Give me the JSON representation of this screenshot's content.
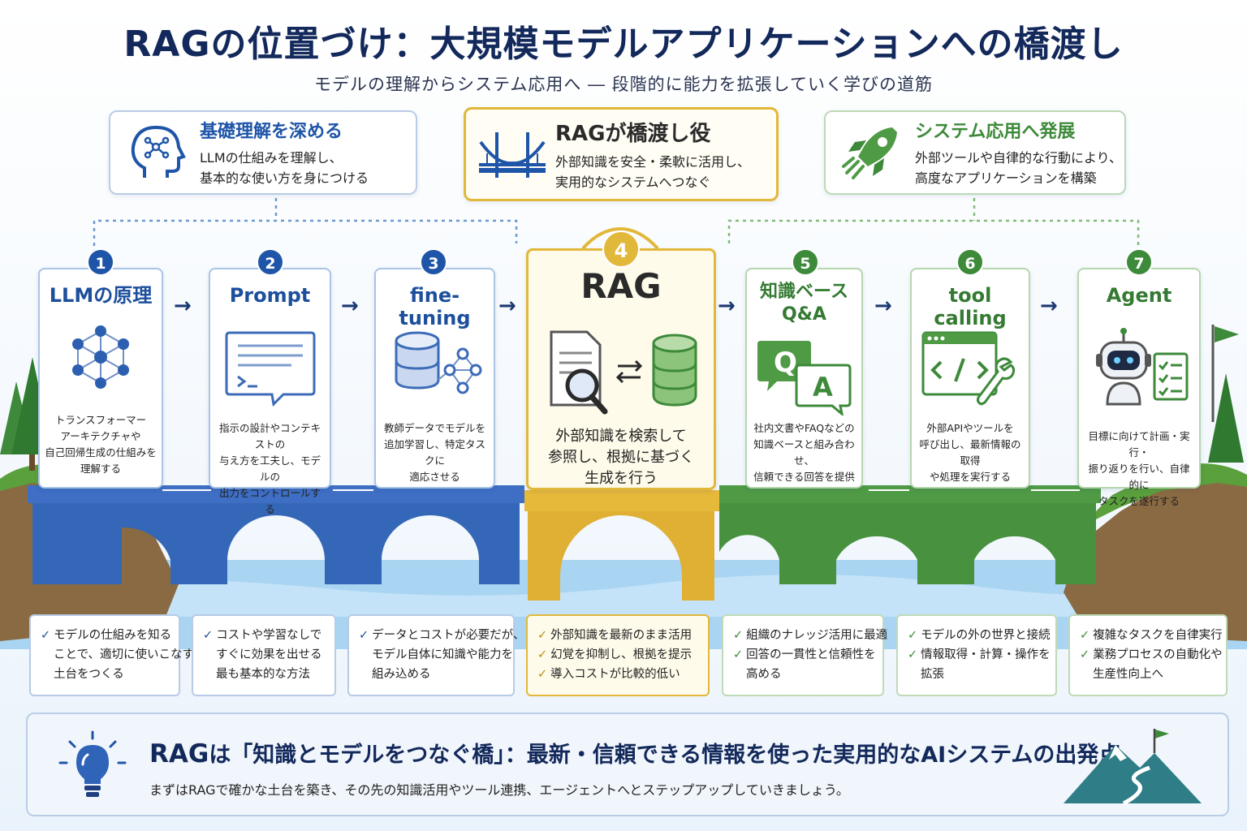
{
  "title": "RAGの位置づけ：大規模モデルアプリケーションへの橋渡し",
  "subtitle": "モデルの理解からシステム応用へ ― 段階的に能力を拡張していく学びの道筋",
  "groups": {
    "foundation": {
      "title": "基礎理解を深める",
      "line1": "LLMの仕組みを理解し、",
      "line2": "基本的な使い方を身につける"
    },
    "bridge": {
      "title": "RAGが橋渡し役",
      "line1": "外部知識を安全・柔軟に活用し、",
      "line2": "実用的なシステムへつなぐ"
    },
    "application": {
      "title": "システム応用へ発展",
      "line1": "外部ツールや自律的な行動により、",
      "line2": "高度なアプリケーションを構築"
    }
  },
  "steps": [
    {
      "num": "1",
      "name": "LLMの原理",
      "desc": [
        "トランスフォーマー",
        "アーキテクチャや",
        "自己回帰生成の仕組みを",
        "理解する"
      ]
    },
    {
      "num": "2",
      "name": "Prompt",
      "desc": [
        "指示の設計やコンテキストの",
        "与え方を工夫し、モデルの",
        "出力をコントロールする"
      ]
    },
    {
      "num": "3",
      "name": "fine-tuning",
      "desc": [
        "教師データでモデルを",
        "追加学習し、特定タスクに",
        "適応させる"
      ]
    },
    {
      "num": "4",
      "name": "RAG",
      "desc": [
        "外部知識を検索して",
        "参照し、根拠に基づく",
        "生成を行う"
      ]
    },
    {
      "num": "5",
      "name": "知識ベース",
      "name2": "Q&A",
      "desc": [
        "社内文書やFAQなどの",
        "知識ベースと組み合わせ、",
        "信頼できる回答を提供"
      ]
    },
    {
      "num": "6",
      "name": "tool calling",
      "desc": [
        "外部APIやツールを",
        "呼び出し、最新情報の取得",
        "や処理を実行する"
      ]
    },
    {
      "num": "7",
      "name": "Agent",
      "desc": [
        "目標に向けて計画・実行・",
        "振り返りを行い、自律的に",
        "タスクを遂行する"
      ]
    }
  ],
  "benefits": [
    [
      "モデルの仕組みを知る",
      "ことで、適切に使いこなす",
      "土台をつくる"
    ],
    [
      "コストや学習なしで",
      "すぐに効果を出せる",
      "最も基本的な方法"
    ],
    [
      "データとコストが必要だが、",
      "モデル自体に知識や能力を",
      "組み込める"
    ],
    [
      "外部知識を最新のまま活用",
      "幻覚を抑制し、根拠を提示",
      "導入コストが比較的低い"
    ],
    [
      "組織のナレッジ活用に最適",
      "回答の一貫性と信頼性を",
      "高める"
    ],
    [
      "モデルの外の世界と接続",
      "情報取得・計算・操作を",
      "拡張"
    ],
    [
      "複雑なタスクを自律実行",
      "業務プロセスの自動化や",
      "生産性向上へ"
    ]
  ],
  "banner": {
    "head_rag": "RAG",
    "head_rest": "は「知識とモデルをつなぐ橋」：最新・信頼できる情報を使った実用的なAIシステムの出発点",
    "sub": "まずはRAGで確かな土台を築き、その先の知識活用やツール連携、エージェントへとステップアップしていきましょう。"
  },
  "icons": {
    "g1": "head-network-icon",
    "g2": "bridge-icon",
    "g3": "rocket-icon",
    "s1": "neural-network-icon",
    "s2": "prompt-chat-icon",
    "s3": "database-network-icon",
    "s4": "document-search-database-icon",
    "s5": "qa-bubbles-icon",
    "s6": "code-wrench-icon",
    "s7": "robot-checklist-icon",
    "banner_left": "lightbulb-icon",
    "banner_right": "mountain-flag-icon"
  },
  "colors": {
    "blue": "#1f55a8",
    "gold": "#e2b83a",
    "green": "#3d8a3a",
    "navy": "#13295b",
    "water": "#8fc4ea"
  }
}
